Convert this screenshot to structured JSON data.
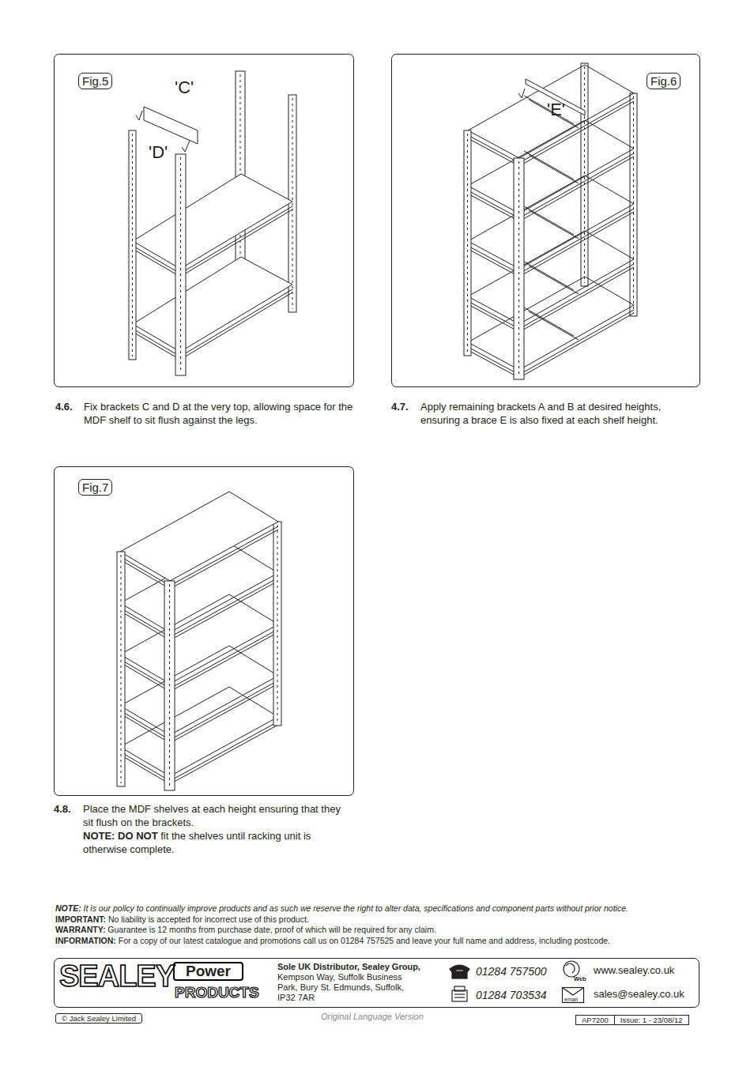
{
  "diagram": {
    "nodes": [
      {
        "text": [
          "Fig.5"
        ]
      },
      {
        "text": [
          "Fig.6"
        ]
      },
      {
        "text": [
          "Fig.7"
        ]
      },
      {
        "text": [
          "SEALEY",
          "Power",
          "PRODUCTS",
          "Sole UK Distributor, Sealey Group,",
          "Kempson Way, Suffolk Business Park, Bury St. Edmunds, Suffolk, IP32 7AR",
          "01284 757500",
          "01284 703534",
          "Web",
          "www.sealey.co.uk",
          "email",
          "sales@sealey.co.uk"
        ]
      },
      {
        "text": [
          "© Jack Sealey Limited"
        ]
      },
      {
        "text": [
          "AP7200"
        ]
      },
      {
        "text": [
          "Issue: 1 - 23/08/12"
        ]
      }
    ],
    "labels": [
      "'C'",
      "'D'",
      "'E'",
      "4.6.",
      "Fix brackets C and D at the very top, allowing space for the MDF shelf to sit flush against the legs.",
      "4.7.",
      "Apply remaining brackets A and B at desired heights, ensuring a brace E is also fixed at each shelf height.",
      "4.8.",
      "Place the MDF shelves at each height ensuring that they sit flush on the brackets.",
      "NOTE: DO NOT",
      "fit the shelves until racking unit is otherwise complete.",
      "NOTE:",
      "It is our policy to continually improve products and as such we reserve the right to alter data, specifications and component parts without prior notice.",
      "IMPORTANT:",
      "No liability is accepted for incorrect use of this product.",
      "WARRANTY:",
      "Guarantee is 12 months from purchase date, proof of which will be required for any claim.",
      "INFORMATION:",
      "For a copy of our latest catalogue and promotions call us on 01284 757525 and leave your full name and address, including postcode.",
      "Original Language Version"
    ]
  }
}
